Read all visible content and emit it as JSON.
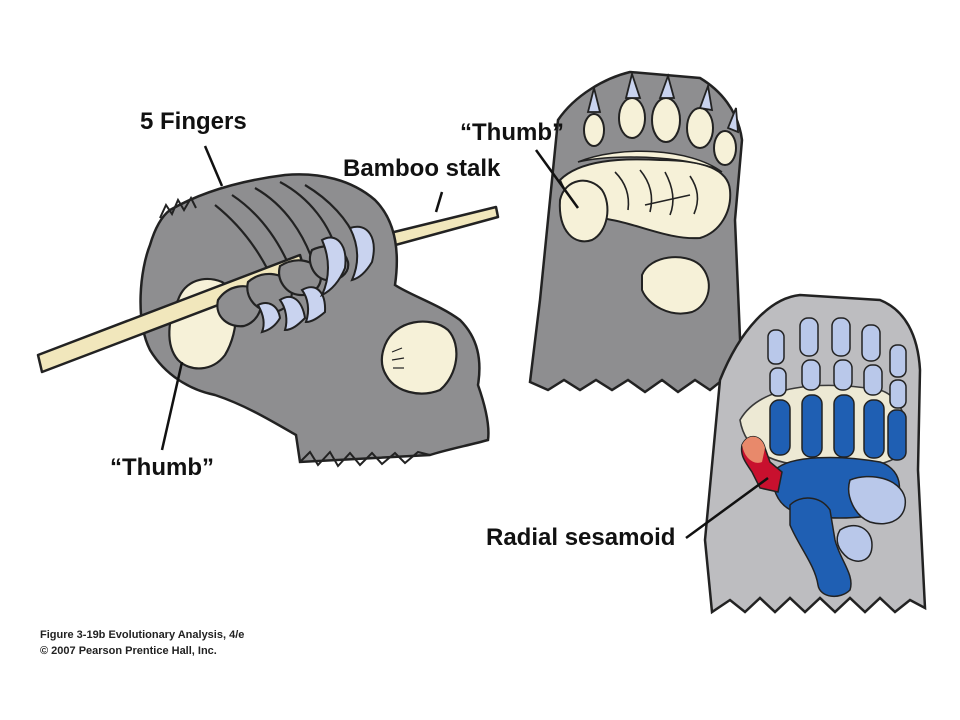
{
  "labels": {
    "five_fingers": "5 Fingers",
    "bamboo_stalk": "Bamboo stalk",
    "thumb_left": "“Thumb”",
    "thumb_right": "“Thumb”",
    "radial_sesamoid": "Radial sesamoid"
  },
  "caption": {
    "line1": "Figure 3-19b  Evolutionary Analysis, 4/e",
    "line2": "© 2007 Pearson Prentice Hall, Inc."
  },
  "colors": {
    "fur": "#8e8e90",
    "fur_light": "#bdbdc0",
    "pad": "#f6f1d8",
    "bamboo": "#f1e7bc",
    "bone_dark": "#1f5fb3",
    "bone_light": "#b9c8ea",
    "sesamoid": "#c8102e",
    "sesamoid_light": "#e8896b",
    "claw": "#c9d3ef"
  },
  "icons": {
    "left_paw": "panda-paw-grasping-bamboo",
    "top_right_paw": "panda-paw-underside",
    "bottom_right_paw": "panda-paw-skeleton"
  }
}
